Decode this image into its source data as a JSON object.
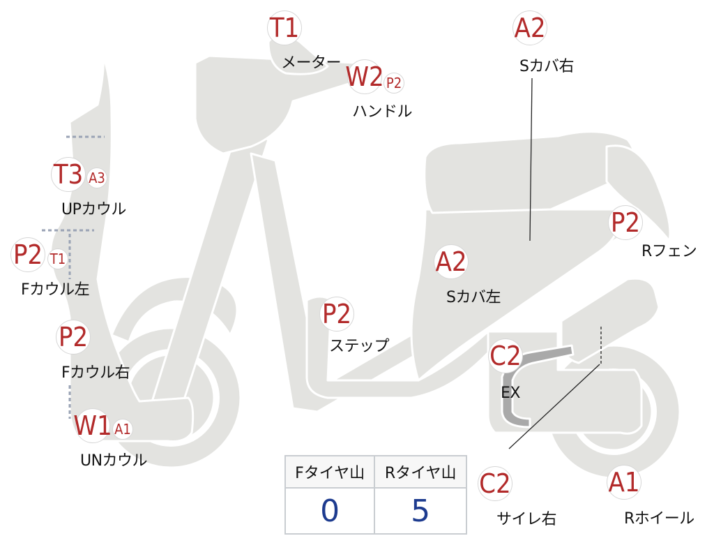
{
  "diagram": {
    "colors": {
      "body_fill": "#e3e3e0",
      "outline": "#ffffff",
      "code_text": "#b22a2a",
      "tire_value": "#1d3b8f",
      "table_border": "#c9cdd1",
      "dotted_line": "#9aa3b5"
    },
    "parts": [
      {
        "id": "meter",
        "label": "メーター",
        "codes": [
          {
            "text": "T1",
            "size": "big"
          }
        ]
      },
      {
        "id": "handle",
        "label": "ハンドル",
        "codes": [
          {
            "text": "W2",
            "size": "big"
          },
          {
            "text": "P2",
            "size": "small"
          }
        ]
      },
      {
        "id": "s-cover-right",
        "label": "Sカバ右",
        "codes": [
          {
            "text": "A2",
            "size": "big"
          }
        ]
      },
      {
        "id": "up-cowl",
        "label": "UPカウル",
        "codes": [
          {
            "text": "T3",
            "size": "big"
          },
          {
            "text": "A3",
            "size": "small"
          }
        ]
      },
      {
        "id": "f-cowl-left",
        "label": "Fカウル左",
        "codes": [
          {
            "text": "P2",
            "size": "big"
          },
          {
            "text": "T1",
            "size": "small"
          }
        ]
      },
      {
        "id": "f-cowl-right",
        "label": "Fカウル右",
        "codes": [
          {
            "text": "P2",
            "size": "big"
          }
        ]
      },
      {
        "id": "un-cowl",
        "label": "UNカウル",
        "codes": [
          {
            "text": "W1",
            "size": "big"
          },
          {
            "text": "A1",
            "size": "small"
          }
        ]
      },
      {
        "id": "step",
        "label": "ステップ",
        "codes": [
          {
            "text": "P2",
            "size": "big"
          }
        ]
      },
      {
        "id": "s-cover-left",
        "label": "Sカバ左",
        "codes": [
          {
            "text": "A2",
            "size": "big"
          }
        ]
      },
      {
        "id": "r-fender",
        "label": "Rフェン",
        "codes": [
          {
            "text": "P2",
            "size": "big"
          }
        ]
      },
      {
        "id": "ex",
        "label": "EX",
        "codes": [
          {
            "text": "C2",
            "size": "big"
          }
        ]
      },
      {
        "id": "silencer-right",
        "label": "サイレ右",
        "codes": [
          {
            "text": "C2",
            "size": "big"
          }
        ]
      },
      {
        "id": "r-wheel",
        "label": "Rホイール",
        "codes": [
          {
            "text": "A1",
            "size": "big"
          }
        ]
      }
    ],
    "tire_table": {
      "headers": [
        "Fタイヤ山",
        "Rタイヤ山"
      ],
      "values": [
        "0",
        "5"
      ]
    }
  }
}
